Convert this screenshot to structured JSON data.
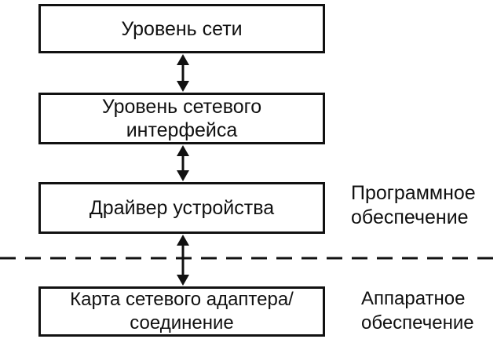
{
  "layers": {
    "network": "Уровень сети",
    "network_interface": "Уровень сетевого\nинтерфейса",
    "device_driver": "Драйвер устройства",
    "adapter": "Карта сетевого адаптера/\nсоединение"
  },
  "domains": {
    "software": "Программное\nобеспечение",
    "hardware": "Аппаратное\nобеспечение"
  },
  "colors": {
    "stroke": "#111111",
    "background": "#ffffff"
  }
}
